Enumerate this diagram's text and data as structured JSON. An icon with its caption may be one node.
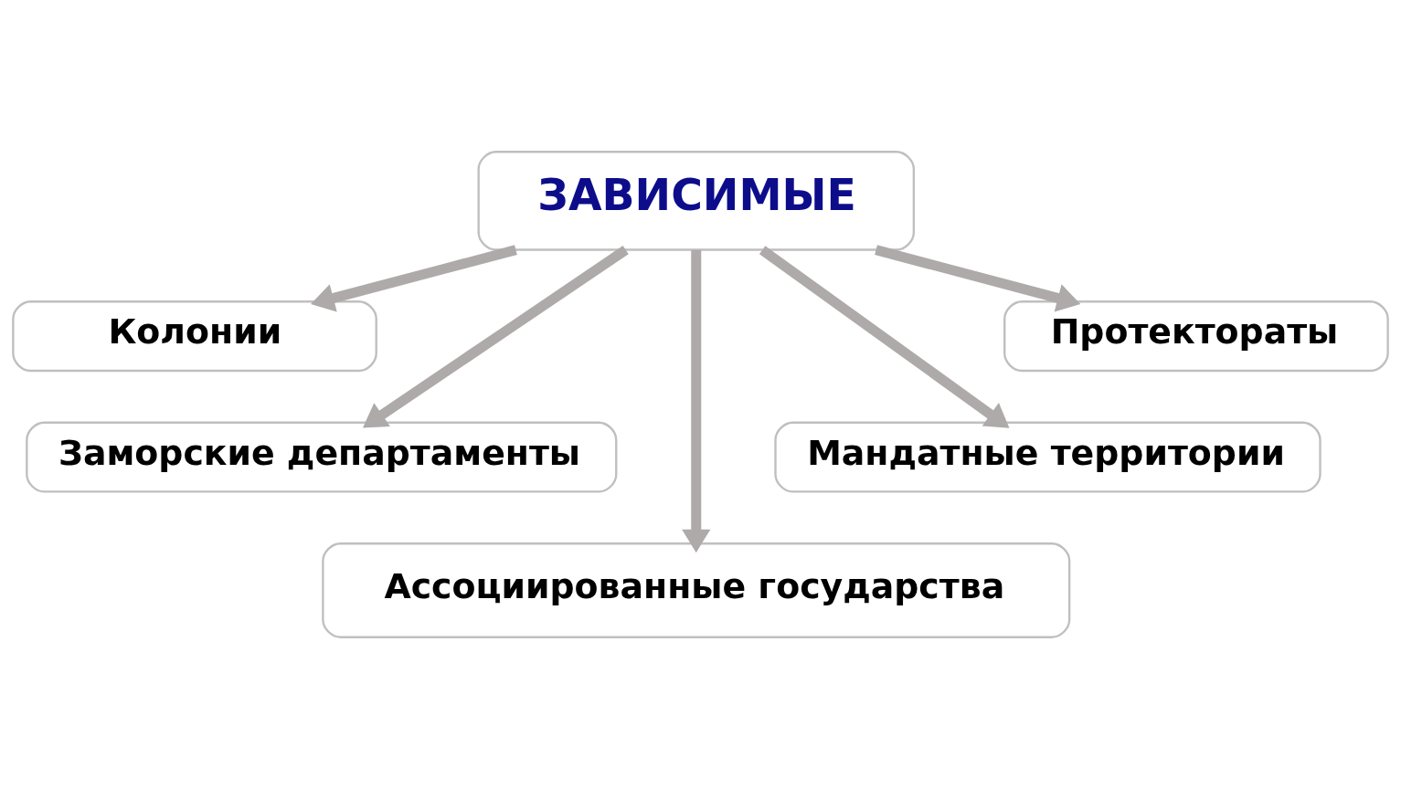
{
  "diagram": {
    "nodes": [
      {
        "text": [
          "ЗАВИСИМЫЕ"
        ]
      },
      {
        "text": [
          "Колонии"
        ]
      },
      {
        "text": [
          "Протектораты"
        ]
      },
      {
        "text": [
          "Заморские департаменты"
        ]
      },
      {
        "text": [
          "Мандатные территории"
        ]
      },
      {
        "text": [
          "Ассоциированные государства"
        ]
      }
    ],
    "edges": [
      {
        "from": 0,
        "to": 1,
        "arrow": "to"
      },
      {
        "from": 0,
        "to": 3,
        "arrow": "to"
      },
      {
        "from": 0,
        "to": 5,
        "arrow": "to"
      },
      {
        "from": 0,
        "to": 4,
        "arrow": "to"
      },
      {
        "from": 0,
        "to": 2,
        "arrow": "to"
      }
    ]
  }
}
